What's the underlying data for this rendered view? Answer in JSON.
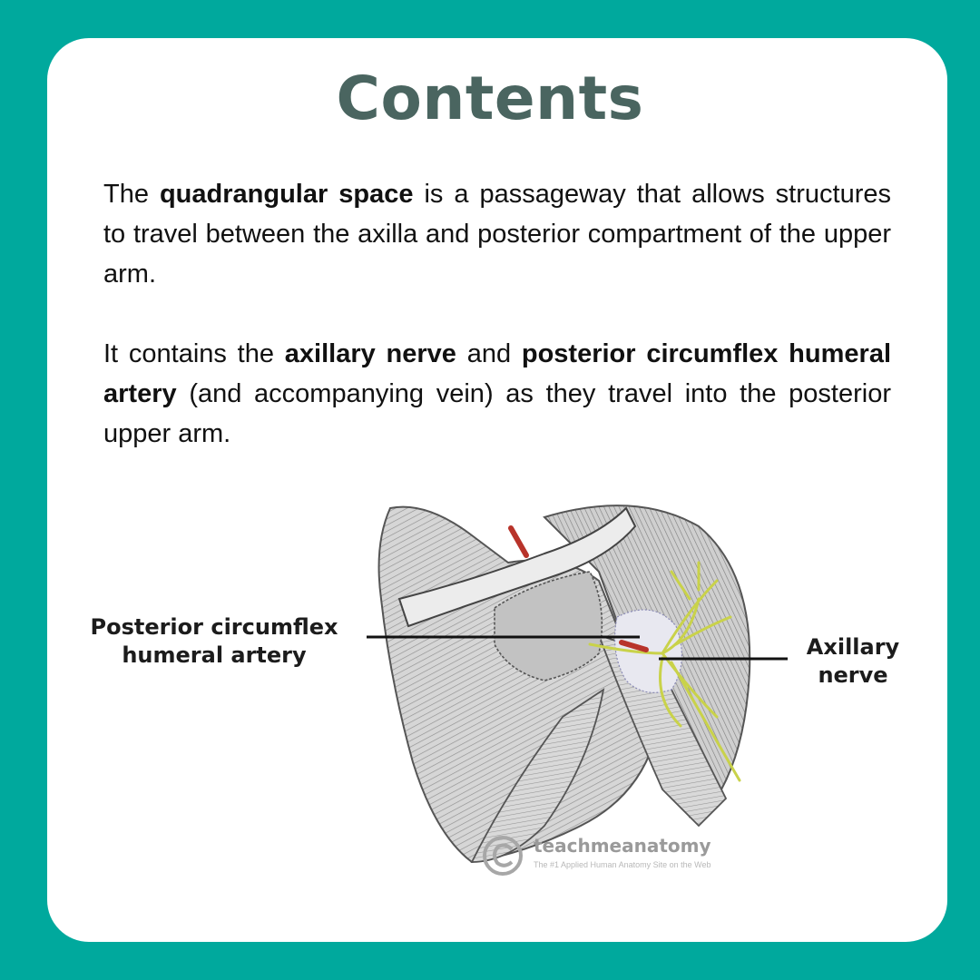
{
  "title": "Contents",
  "paragraph1": {
    "t1": "The ",
    "b1": "quadrangular space",
    "t2": " is a passageway that allows structures to travel between the axilla and posterior compartment of the upper arm."
  },
  "paragraph2": {
    "t1": "It contains the ",
    "b1": "axillary nerve",
    "t2": " and ",
    "b2": "posterior circumflex humeral artery",
    "t3": " (and accompanying vein) as they travel into the posterior upper arm."
  },
  "labels": {
    "artery_line1": "Posterior circumflex",
    "artery_line2": "humeral artery",
    "nerve_line1": "Axillary",
    "nerve_line2": "nerve"
  },
  "watermark": {
    "brand": "teachmeanatomy",
    "tagline": "The #1 Applied Human Anatomy Site on the Web"
  },
  "colors": {
    "background": "#00a99d",
    "card": "#ffffff",
    "title": "#4a6560",
    "artery": "#b8332a",
    "nerve": "#c9d24a"
  }
}
